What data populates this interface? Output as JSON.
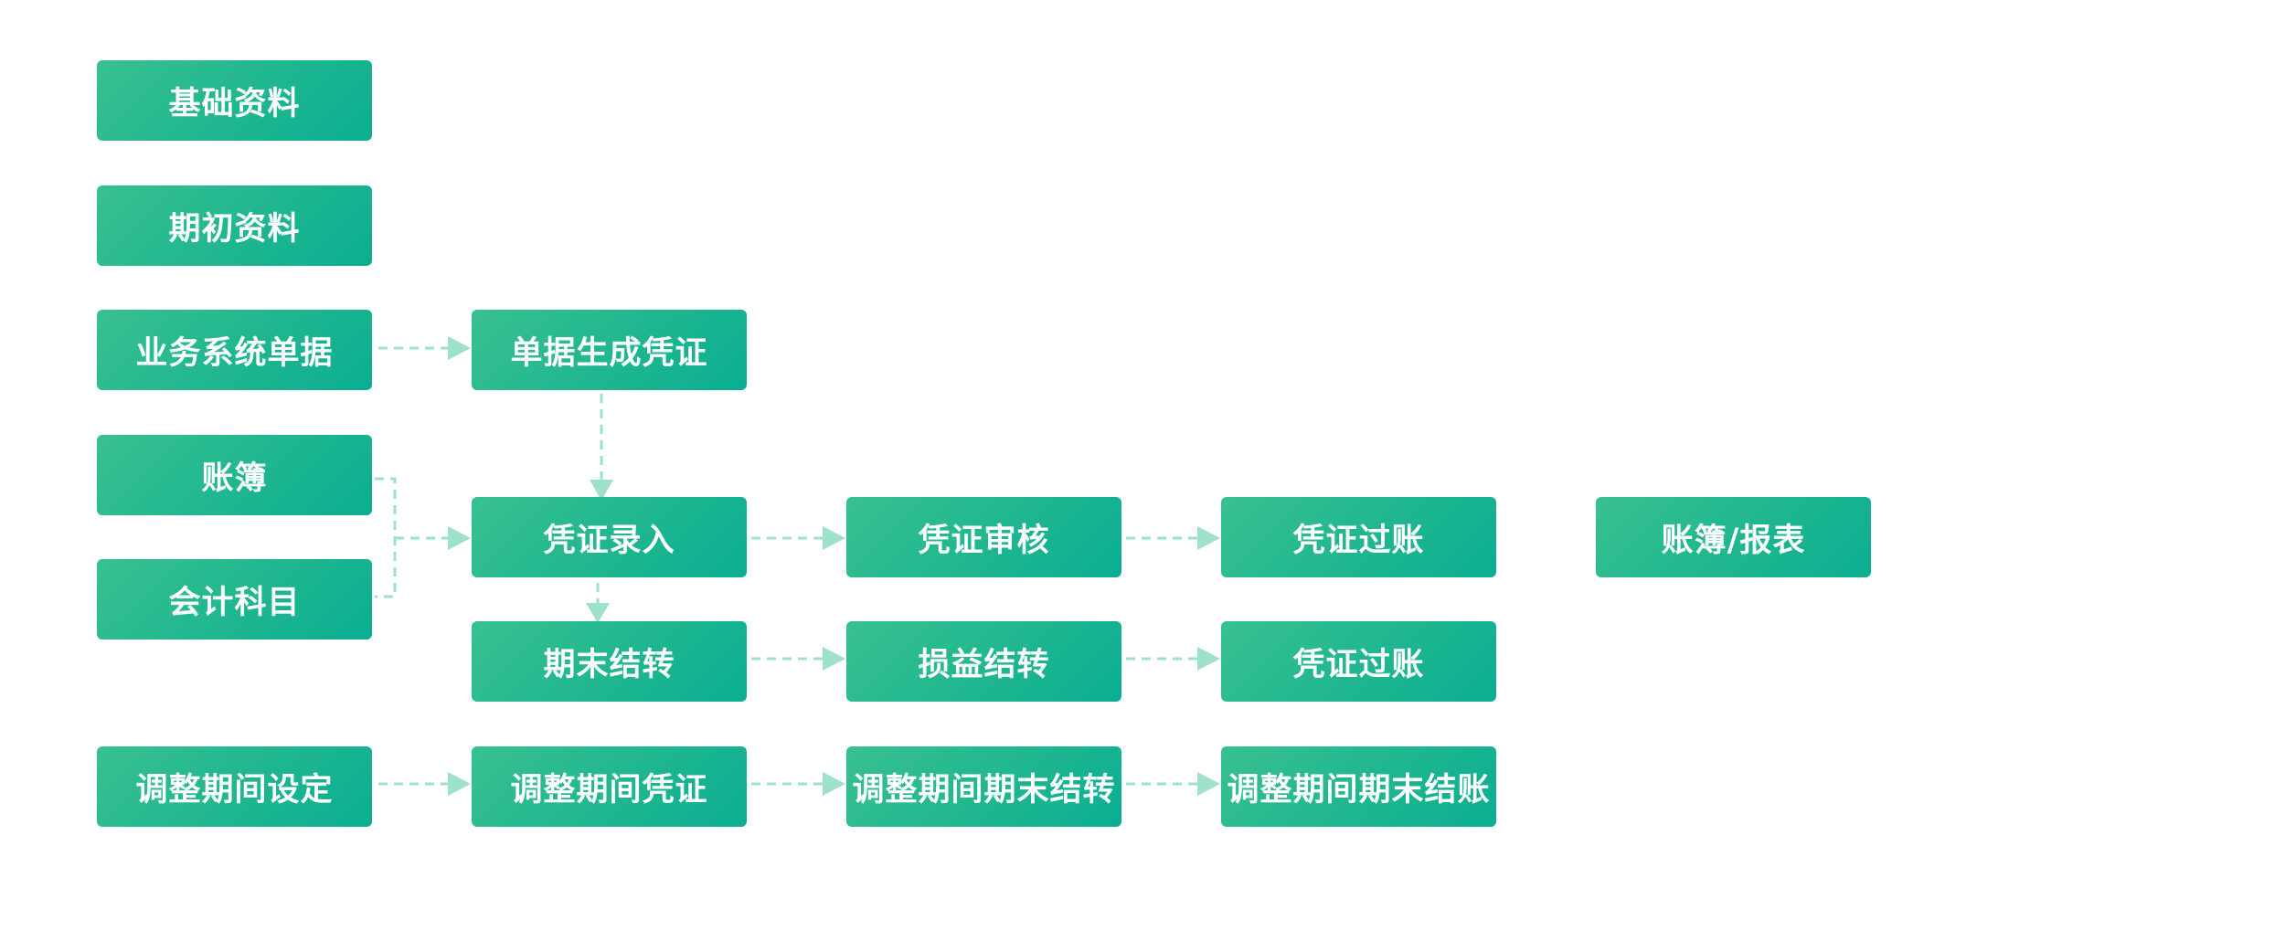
{
  "colors": {
    "node_gradient_start": "#38c08f",
    "node_gradient_end": "#0aae91",
    "node_text": "#ffffff",
    "connector": "#9ee0cc"
  },
  "nodes": {
    "basic_data": "基础资料",
    "opening_data": "期初资料",
    "business_docs": "业务系统单据",
    "doc_to_voucher": "单据生成凭证",
    "ledger": "账簿",
    "accounting_subject": "会计科目",
    "voucher_entry": "凭证录入",
    "voucher_review": "凭证审核",
    "voucher_posting": "凭证过账",
    "ledger_report": "账簿/报表",
    "period_end_transfer": "期末结转",
    "pl_transfer": "损益结转",
    "voucher_posting_2": "凭证过账",
    "adjust_period_setup": "调整期间设定",
    "adjust_period_voucher": "调整期间凭证",
    "adjust_period_end_transfer": "调整期间期末结转",
    "adjust_period_end_close": "调整期间期末结账"
  }
}
